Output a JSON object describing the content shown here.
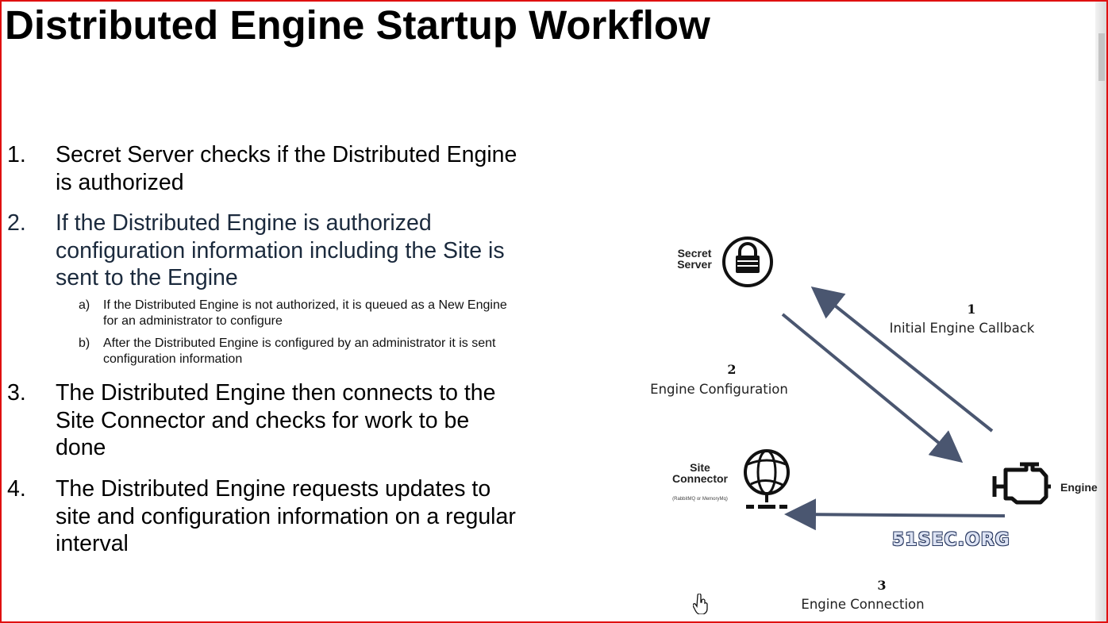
{
  "title": "Distributed Engine Startup Workflow",
  "steps": [
    {
      "number": "1.",
      "text": "Secret Server checks if the Distributed Engine is authorized"
    },
    {
      "number": "2.",
      "text": "If the Distributed Engine is authorized configuration information including the Site is sent to the Engine"
    },
    {
      "number": "3.",
      "text": "The Distributed Engine then connects to the Site Connector and checks for work to be done"
    },
    {
      "number": "4.",
      "text": "The Distributed Engine requests updates to site and configuration information on a regular interval"
    }
  ],
  "substeps": [
    {
      "letter": "a)",
      "text": "If the Distributed Engine is not authorized, it is queued as a New Engine for an administrator to configure"
    },
    {
      "letter": "b)",
      "text": "After the Distributed Engine is configured by an administrator it is sent configuration information"
    }
  ],
  "diagram": {
    "nodes": {
      "secret_server": {
        "label_line1": "Secret",
        "label_line2": "Server",
        "icon": "lock-icon"
      },
      "site_connector": {
        "label_line1": "Site",
        "label_line2": "Connector",
        "sublabel": "(RabbitMQ or MemoryMq)",
        "icon": "network-globe-icon"
      },
      "engine": {
        "label": "Engine",
        "icon": "engine-icon"
      }
    },
    "flows": [
      {
        "number": "1",
        "label": "Initial Engine Callback"
      },
      {
        "number": "2",
        "label": "Engine Configuration"
      },
      {
        "number": "3",
        "label": "Engine Connection"
      }
    ],
    "arrow_color": "#4a5670"
  },
  "watermark": "51SEC.ORG",
  "colors": {
    "frame": "#e01010",
    "step2_text": "#1b2a3d"
  }
}
